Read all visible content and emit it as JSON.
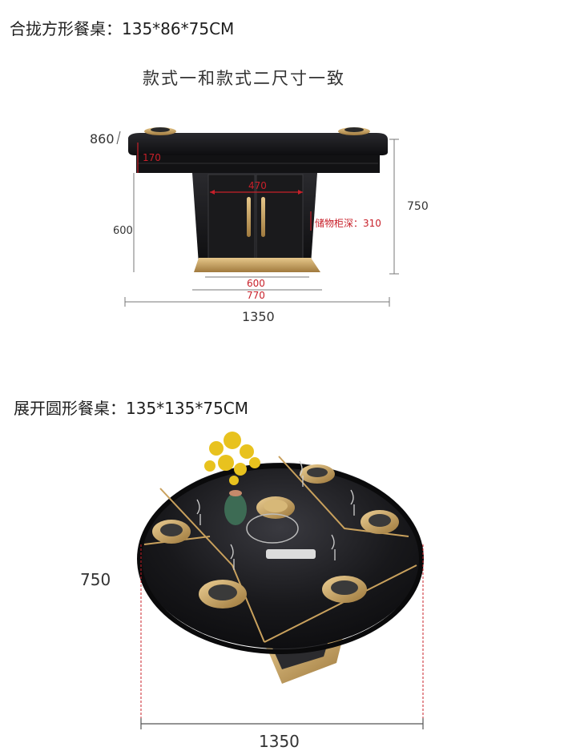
{
  "section1": {
    "heading": "合拢方形餐桌：135*86*75CM",
    "subtitle": "款式一和款式二尺寸一致",
    "dims": {
      "depth": "860",
      "tabletop_thickness": "170",
      "cabinet_width": "470",
      "height": "750",
      "storage_depth": "储物柜深：310",
      "leg_height": "600",
      "base_inner": "600",
      "base_outer": "770",
      "length": "1350"
    }
  },
  "section2": {
    "heading": "展开圆形餐桌：135*135*75CM",
    "dims": {
      "height": "750",
      "diameter": "1350"
    }
  },
  "colors": {
    "table_black": "#161618",
    "gold": "#c9a15d",
    "dim_red": "#c8202a",
    "dim_line": "#555555"
  }
}
